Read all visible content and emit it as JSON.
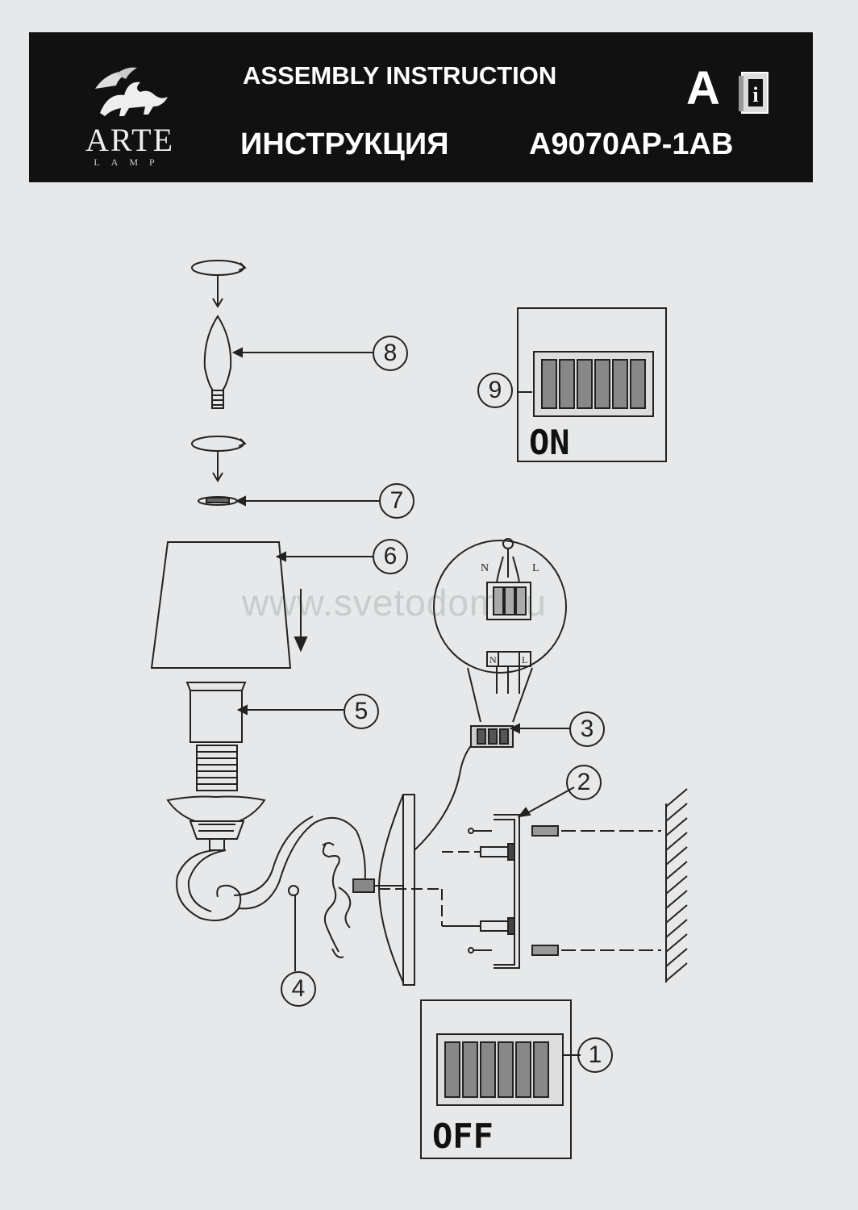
{
  "header": {
    "brand_name": "ARTE",
    "brand_sub": "LAMP",
    "title_en": "ASSEMBLY INSTRUCTION",
    "title_ru": "ИНСТРУКЦИЯ",
    "model": "A9070AP-1AB",
    "letter": "A",
    "book_icon_text": "i"
  },
  "watermark": "www.svetodom.ru",
  "callouts": {
    "c1": "1",
    "c2": "2",
    "c3": "3",
    "c4": "4",
    "c5": "5",
    "c6": "6",
    "c7": "7",
    "c8": "8",
    "c9": "9"
  },
  "panels": {
    "on_label": "ON",
    "off_label": "OFF"
  },
  "wiring": {
    "n": "N",
    "l": "L"
  }
}
